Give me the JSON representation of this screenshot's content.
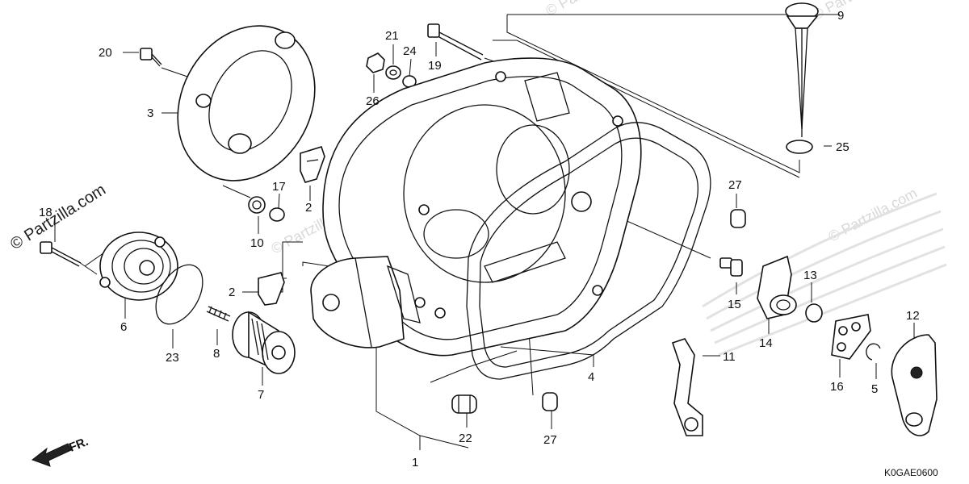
{
  "brand": "© Partzilla.com",
  "watermark": "© Partzilla.com",
  "diagram_code": "K0GAE0600",
  "direction": {
    "label": "FR."
  },
  "parts": [
    {
      "id": "p1",
      "label": "1"
    },
    {
      "id": "p2a",
      "label": "2"
    },
    {
      "id": "p2b",
      "label": "2"
    },
    {
      "id": "p2c",
      "label": "2"
    },
    {
      "id": "p3",
      "label": "3"
    },
    {
      "id": "p4",
      "label": "4"
    },
    {
      "id": "p5",
      "label": "5"
    },
    {
      "id": "p6",
      "label": "6"
    },
    {
      "id": "p7",
      "label": "7"
    },
    {
      "id": "p8",
      "label": "8"
    },
    {
      "id": "p9",
      "label": "9"
    },
    {
      "id": "p10",
      "label": "10"
    },
    {
      "id": "p11",
      "label": "11"
    },
    {
      "id": "p12",
      "label": "12"
    },
    {
      "id": "p13",
      "label": "13"
    },
    {
      "id": "p14",
      "label": "14"
    },
    {
      "id": "p15",
      "label": "15"
    },
    {
      "id": "p16",
      "label": "16"
    },
    {
      "id": "p17",
      "label": "17"
    },
    {
      "id": "p18",
      "label": "18"
    },
    {
      "id": "p19",
      "label": "19"
    },
    {
      "id": "p20",
      "label": "20"
    },
    {
      "id": "p21",
      "label": "21"
    },
    {
      "id": "p22",
      "label": "22"
    },
    {
      "id": "p23",
      "label": "23"
    },
    {
      "id": "p24",
      "label": "24"
    },
    {
      "id": "p25",
      "label": "25"
    },
    {
      "id": "p26",
      "label": "26"
    },
    {
      "id": "p27a",
      "label": "27"
    },
    {
      "id": "p27b",
      "label": "27"
    }
  ]
}
